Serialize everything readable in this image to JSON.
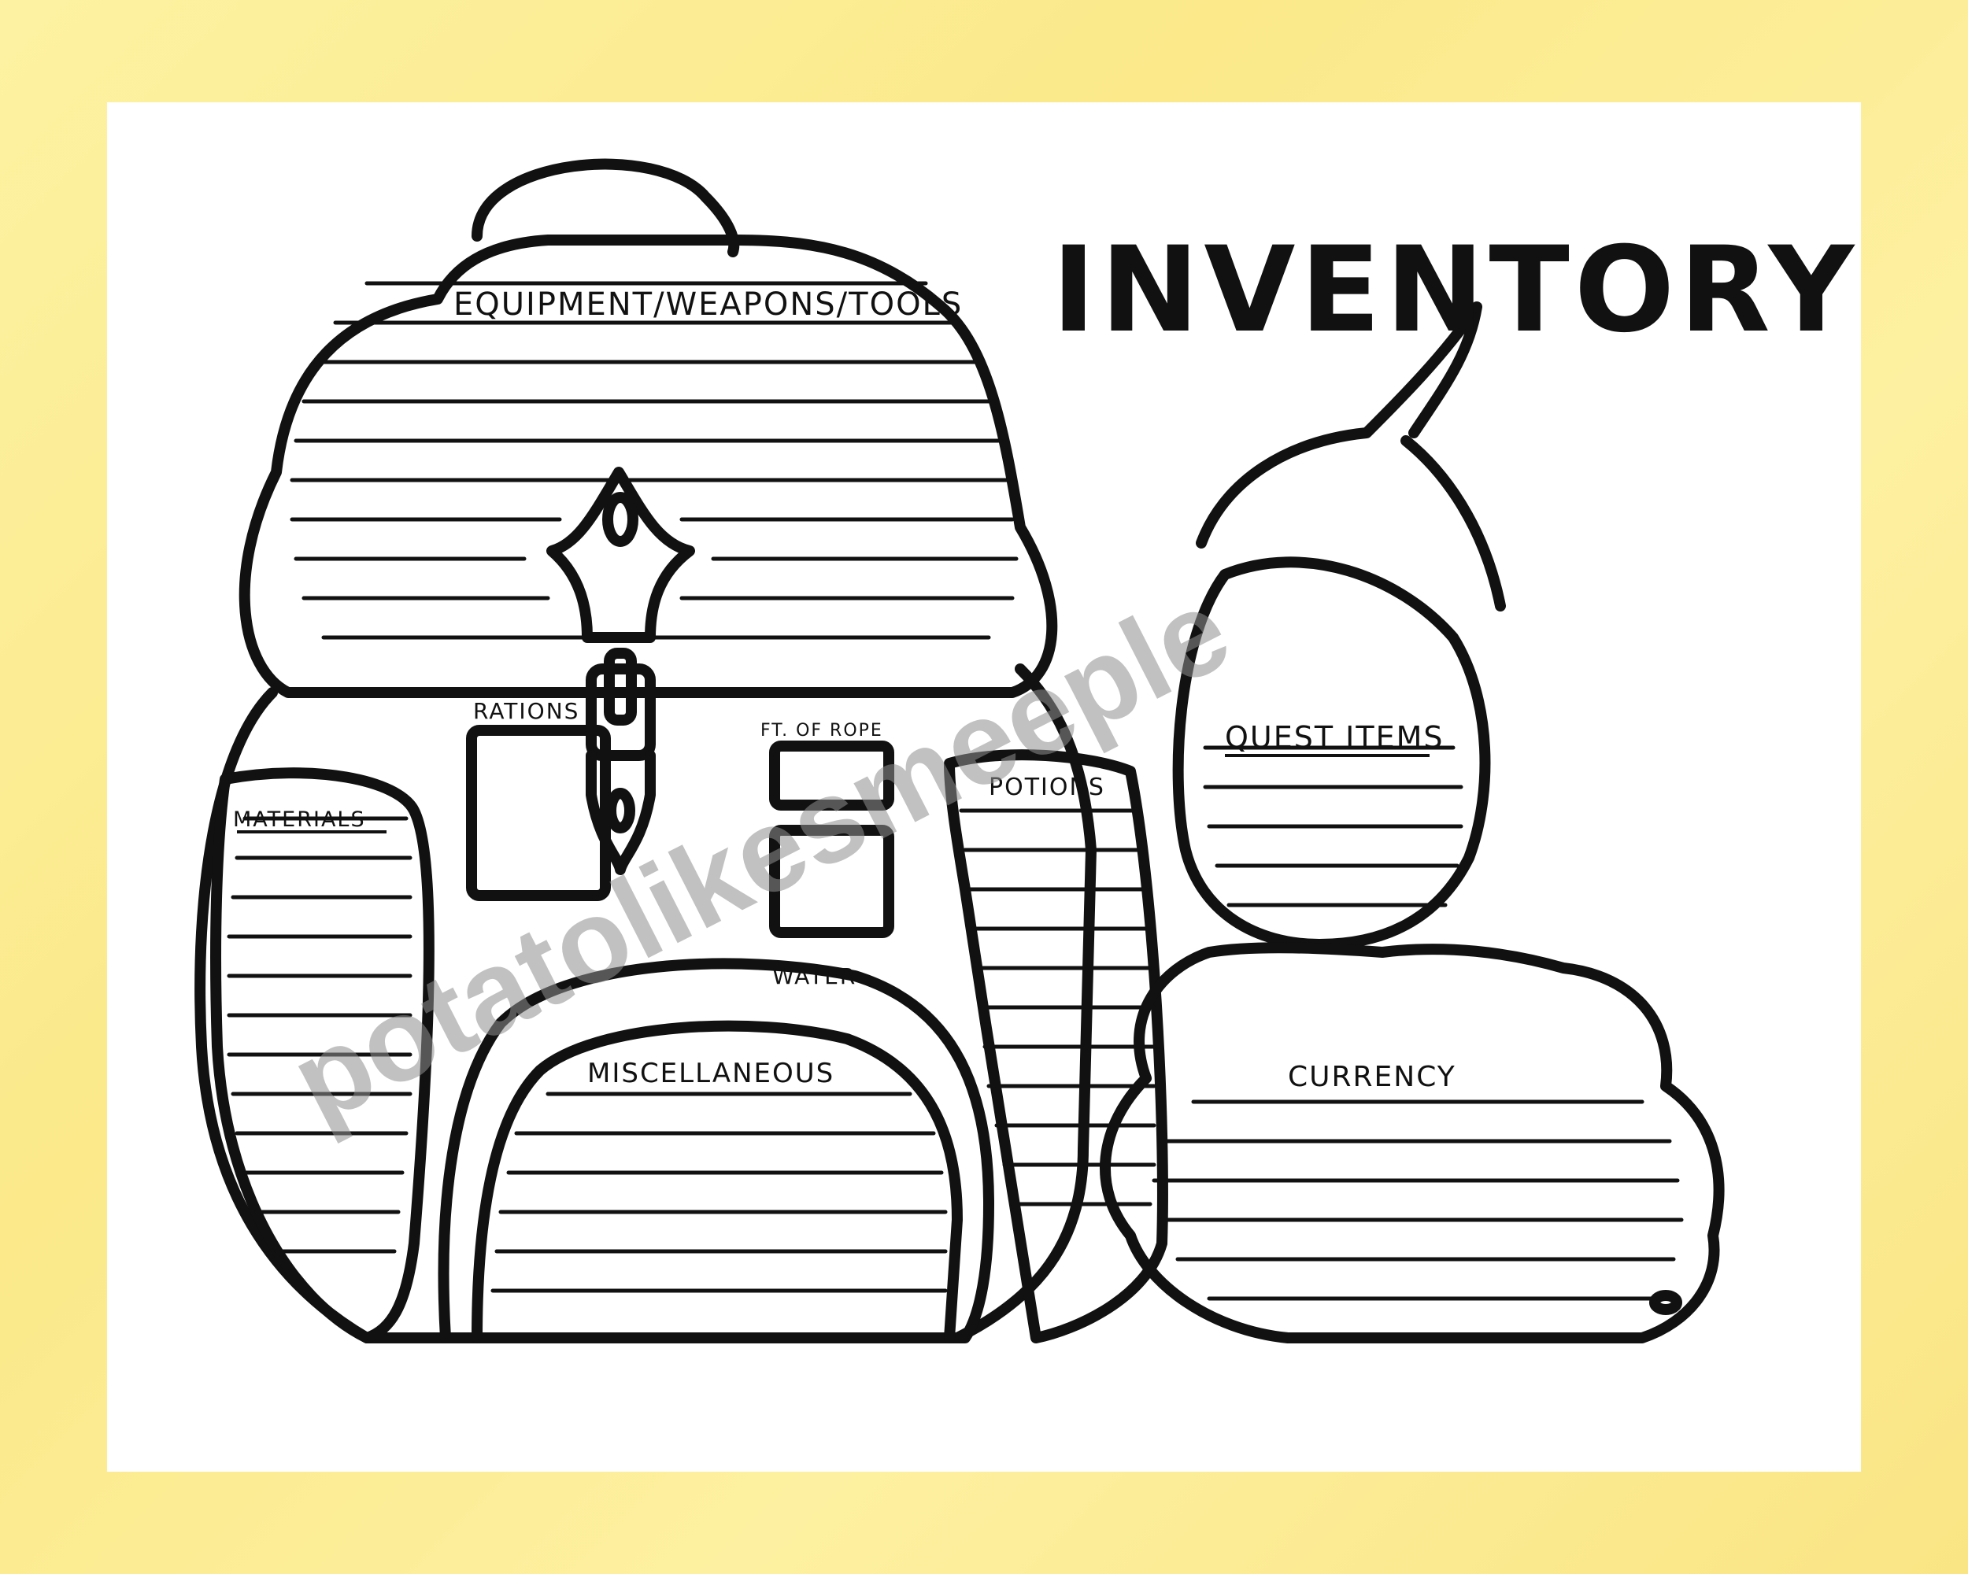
{
  "sheet": {
    "title": "INVENTORY",
    "watermark": "potatolikesmeeple",
    "sections": {
      "equipment": "EQUIPMENT/WEAPONS/TOOLS",
      "rations": "RATIONS",
      "rope": "FT. OF ROPE",
      "water": "WATER",
      "materials": "MATERIALS",
      "potions": "POTIONS",
      "miscellaneous": "MISCELLANEOUS",
      "quest_items": "QUEST ITEMS",
      "currency": "CURRENCY"
    }
  },
  "colors": {
    "background": "#fbe98a",
    "paper": "#ffffff",
    "ink": "#111111",
    "watermark": "#8f8f8f"
  },
  "icons": {
    "backpack": "backpack-illustration",
    "coin_pouch": "coin-pouch-illustration"
  }
}
